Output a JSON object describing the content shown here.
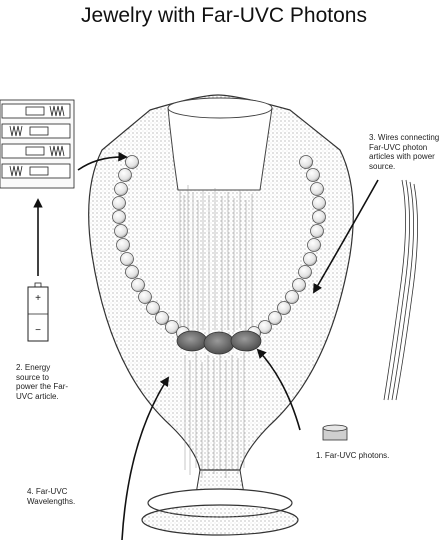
{
  "title": "Jewelry with Far-UVC Photons",
  "labels": {
    "photons": "1. Far-UVC photons.",
    "energy": "2. Energy\nsource to\npower the Far-\nUVC article.",
    "wires": "3. Wires connecting\nFar-UVC photon\narticles with power\nsource.",
    "wavelengths": "4. Far-UVC\nWavelengths."
  },
  "battery": {
    "plus": "+",
    "minus": "−"
  },
  "colors": {
    "ink": "#111111",
    "stipple": "#8a8a8a",
    "bead": "#f2f2f2",
    "pendant": "#6e6e6e"
  }
}
